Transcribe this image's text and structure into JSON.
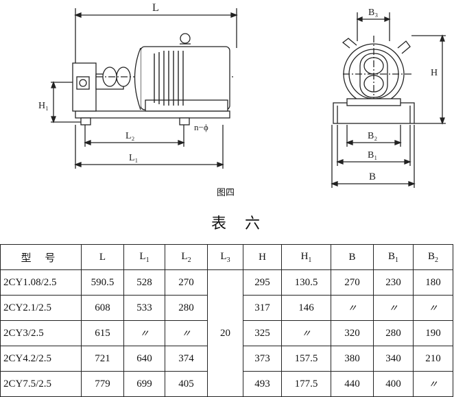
{
  "figure": {
    "caption": "图四",
    "side_view_labels": {
      "L": "L",
      "L1": "L₁",
      "L2": "L₂",
      "H1": "H₁",
      "n_phi": "n−ϕ"
    },
    "end_view_labels": {
      "B3": "B₃",
      "H": "H",
      "B2": "B₂",
      "B1": "B₁",
      "B": "B"
    }
  },
  "table": {
    "title": "表 六",
    "headers": [
      "型 号",
      "L",
      "L1",
      "L2",
      "L3",
      "H",
      "H1",
      "B",
      "B1",
      "B2"
    ],
    "l3_value": "20",
    "rows": [
      {
        "model": "2CY1.08/2.5",
        "L": "590.5",
        "L1": "528",
        "L2": "270",
        "H": "295",
        "H1": "130.5",
        "B": "270",
        "B1": "230",
        "B2": "180"
      },
      {
        "model": "2CY2.1/2.5",
        "L": "608",
        "L1": "533",
        "L2": "280",
        "H": "317",
        "H1": "146",
        "B": "〃",
        "B1": "〃",
        "B2": "〃"
      },
      {
        "model": "2CY3/2.5",
        "L": "615",
        "L1": "〃",
        "L2": "〃",
        "H": "325",
        "H1": "〃",
        "B": "320",
        "B1": "280",
        "B2": "190"
      },
      {
        "model": "2CY4.2/2.5",
        "L": "721",
        "L1": "640",
        "L2": "374",
        "H": "373",
        "H1": "157.5",
        "B": "380",
        "B1": "340",
        "B2": "210"
      },
      {
        "model": "2CY7.5/2.5",
        "L": "779",
        "L1": "699",
        "L2": "405",
        "H": "493",
        "H1": "177.5",
        "B": "440",
        "B1": "400",
        "B2": "〃"
      }
    ]
  }
}
